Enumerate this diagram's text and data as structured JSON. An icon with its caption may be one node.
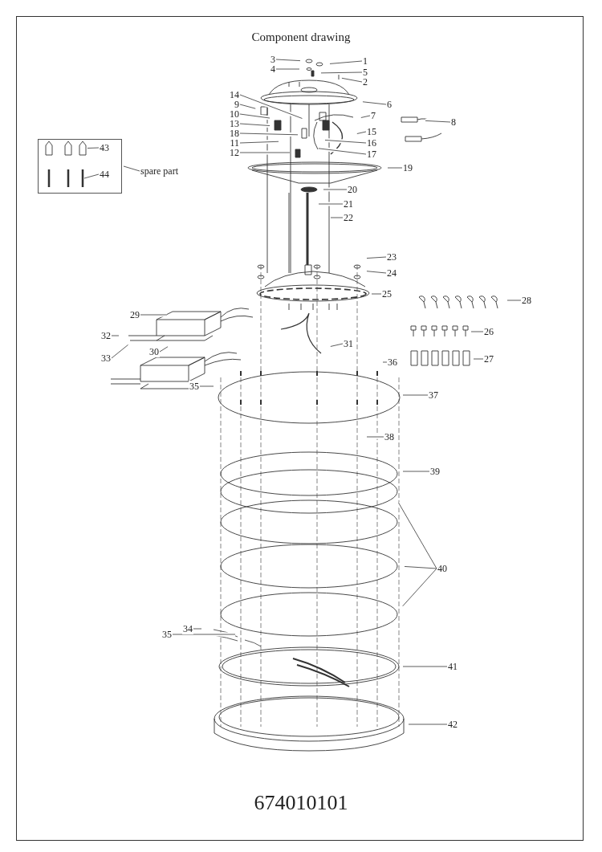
{
  "diagram": {
    "title": "Component drawing",
    "nodes": [
      {
        "text": [
          "3"
        ]
      },
      {
        "text": [
          "1"
        ]
      },
      {
        "text": [
          "4"
        ]
      },
      {
        "text": [
          "5"
        ]
      },
      {
        "text": [
          "2"
        ]
      },
      {
        "text": [
          "6"
        ]
      },
      {
        "text": [
          "9"
        ]
      },
      {
        "text": [
          "7"
        ]
      },
      {
        "text": [
          "10"
        ]
      },
      {
        "text": [
          "13"
        ]
      },
      {
        "text": [
          "14"
        ]
      },
      {
        "text": [
          "8"
        ]
      },
      {
        "text": [
          "15"
        ]
      },
      {
        "text": [
          "18"
        ]
      },
      {
        "text": [
          "11"
        ]
      },
      {
        "text": [
          "16"
        ]
      },
      {
        "text": [
          "12"
        ]
      },
      {
        "text": [
          "17"
        ]
      },
      {
        "text": [],
        "shape": "box"
      },
      {
        "text": [
          "43"
        ],
        "in": 18
      },
      {
        "text": [
          "44"
        ],
        "in": 18
      },
      {
        "text": [
          "spare part"
        ]
      },
      {
        "text": [
          "19"
        ]
      },
      {
        "text": [
          "20"
        ]
      },
      {
        "text": [
          "21"
        ]
      },
      {
        "text": [
          "22"
        ]
      },
      {
        "text": [
          "23"
        ]
      },
      {
        "text": [
          "24"
        ]
      },
      {
        "text": [
          "25"
        ]
      },
      {
        "text": [
          "28"
        ]
      },
      {
        "text": [
          "29"
        ]
      },
      {
        "text": [
          "26"
        ]
      },
      {
        "text": [
          "32"
        ]
      },
      {
        "text": [
          "30"
        ]
      },
      {
        "text": [
          "33"
        ]
      },
      {
        "text": [
          "31"
        ]
      },
      {
        "text": [
          "27"
        ]
      },
      {
        "text": [
          "36"
        ]
      },
      {
        "text": [
          "35"
        ]
      },
      {
        "text": [
          "37"
        ]
      },
      {
        "text": [
          "38"
        ]
      },
      {
        "text": [
          "39"
        ]
      },
      {
        "text": [
          "40"
        ]
      },
      {
        "text": [
          "34"
        ]
      },
      {
        "text": [
          "35"
        ]
      },
      {
        "text": [
          "41"
        ]
      },
      {
        "text": [
          "42"
        ]
      },
      {
        "text": [],
        "shape": "picture",
        "in": 18
      },
      {
        "text": [],
        "shape": "picture",
        "in": 18
      }
    ],
    "edges": [
      {
        "from": 0,
        "to": null,
        "arrow": "none"
      },
      {
        "from": 1,
        "to": null,
        "arrow": "none"
      },
      {
        "from": 2,
        "to": null,
        "arrow": "none"
      },
      {
        "from": 3,
        "to": null,
        "arrow": "none"
      },
      {
        "from": 4,
        "to": null,
        "arrow": "none"
      },
      {
        "from": 5,
        "to": null,
        "arrow": "none"
      },
      {
        "from": 6,
        "to": null,
        "arrow": "none"
      },
      {
        "from": 7,
        "to": null,
        "arrow": "none"
      },
      {
        "from": 8,
        "to": null,
        "arrow": "none"
      },
      {
        "from": 9,
        "to": null,
        "arrow": "none"
      },
      {
        "from": 10,
        "to": null,
        "arrow": "none"
      },
      {
        "from": 11,
        "to": null,
        "arrow": "none"
      },
      {
        "from": 12,
        "to": null,
        "arrow": "none"
      },
      {
        "from": 13,
        "to": null,
        "arrow": "none"
      },
      {
        "from": 14,
        "to": null,
        "arrow": "none"
      },
      {
        "from": 15,
        "to": null,
        "arrow": "none"
      },
      {
        "from": 16,
        "to": null,
        "arrow": "none"
      },
      {
        "from": 17,
        "to": null,
        "arrow": "none"
      },
      {
        "from": 19,
        "to": 47,
        "arrow": "none"
      },
      {
        "from": 20,
        "to": 48,
        "arrow": "none"
      },
      {
        "from": 21,
        "to": 18,
        "arrow": "none"
      },
      {
        "from": 22,
        "to": null,
        "arrow": "none"
      },
      {
        "from": 23,
        "to": null,
        "arrow": "none"
      },
      {
        "from": 24,
        "to": null,
        "arrow": "none"
      },
      {
        "from": 25,
        "to": null,
        "arrow": "none"
      },
      {
        "from": 26,
        "to": null,
        "arrow": "none"
      },
      {
        "from": 27,
        "to": null,
        "arrow": "none"
      },
      {
        "from": 28,
        "to": null,
        "arrow": "none"
      },
      {
        "from": 29,
        "to": null,
        "arrow": "none"
      },
      {
        "from": 30,
        "to": null,
        "arrow": "none"
      },
      {
        "from": 31,
        "to": null,
        "arrow": "none"
      },
      {
        "from": 32,
        "to": null,
        "arrow": "none"
      },
      {
        "from": 33,
        "to": null,
        "arrow": "none"
      },
      {
        "from": 34,
        "to": null,
        "arrow": "none"
      },
      {
        "from": 35,
        "to": null,
        "arrow": "none"
      },
      {
        "from": 36,
        "to": null,
        "arrow": "none"
      },
      {
        "from": 37,
        "to": null,
        "arrow": "none"
      },
      {
        "from": 38,
        "to": null,
        "arrow": "none"
      },
      {
        "from": 39,
        "to": null,
        "arrow": "none"
      },
      {
        "from": 40,
        "to": null,
        "arrow": "none"
      },
      {
        "from": 41,
        "to": null,
        "arrow": "none"
      },
      {
        "from": 42,
        "to": null,
        "arrow": "none"
      },
      {
        "from": 42,
        "to": null,
        "arrow": "none"
      },
      {
        "from": 42,
        "to": null,
        "arrow": "none"
      },
      {
        "from": 43,
        "to": null,
        "arrow": "none"
      },
      {
        "from": 44,
        "to": null,
        "arrow": "none"
      },
      {
        "from": 45,
        "to": null,
        "arrow": "none"
      },
      {
        "from": 46,
        "to": null,
        "arrow": "none"
      }
    ],
    "labels": [
      "674010101"
    ]
  }
}
